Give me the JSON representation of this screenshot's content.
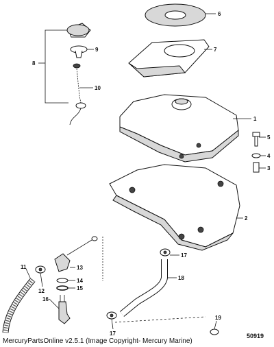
{
  "diagram": {
    "callouts": [
      "1",
      "2",
      "3",
      "4",
      "5",
      "6",
      "7",
      "8",
      "9",
      "10",
      "11",
      "12",
      "13",
      "14",
      "15",
      "16",
      "17",
      "17",
      "18",
      "19"
    ],
    "diagram_number": "50919",
    "footer": "MercuryPartsOnline v2.5.1 (Image Copyright- Mercury Marine)"
  }
}
